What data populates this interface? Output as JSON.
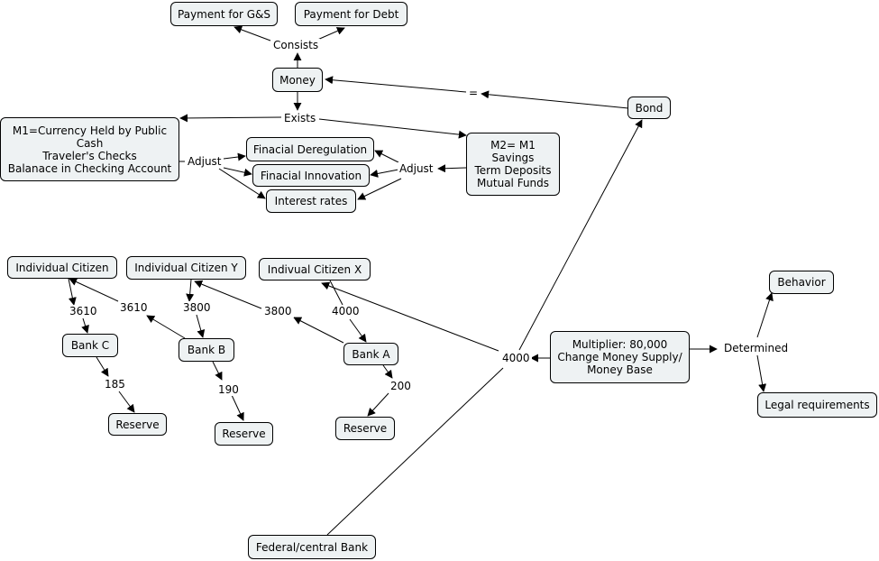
{
  "nodes": {
    "payment_gs": "Payment for G&S",
    "payment_debt": "Payment for Debt",
    "money": "Money",
    "bond": "Bond",
    "m1": "M1=Currency Held by Public\nCash\nTraveler's Checks\nBalanace in Checking Account",
    "m2": "M2= M1\nSavings\nTerm Deposits\nMutual Funds",
    "fin_dereg": "Finacial Deregulation",
    "fin_innov": "Finacial Innovation",
    "interest": "Interest rates",
    "citizen_1": "Individual Citizen",
    "citizen_y": "Individual Citizen Y",
    "citizen_x": "Indivual Citizen X",
    "bank_c": "Bank C",
    "bank_b": "Bank B",
    "bank_a": "Bank A",
    "reserve_c": "Reserve",
    "reserve_b": "Reserve",
    "reserve_a": "Reserve",
    "multiplier": "Multiplier: 80,000\nChange Money Supply/\nMoney Base",
    "behavior": "Behavior",
    "legal": "Legal requirements",
    "fed": "Federal/central Bank"
  },
  "links": {
    "consists": "Consists",
    "equals": "=",
    "exists": "Exists",
    "adjust_left": "Adjust",
    "adjust_right": "Adjust",
    "v3610_a": "3610",
    "v3610_b": "3610",
    "v3800_a": "3800",
    "v3800_b": "3800",
    "v4000_a": "4000",
    "v4000_b": "4000",
    "v185": "185",
    "v190": "190",
    "v200": "200",
    "determined": "Determined"
  },
  "colors": {
    "node_fill": "#eef2f3",
    "stroke": "#000000",
    "background": "#ffffff"
  }
}
